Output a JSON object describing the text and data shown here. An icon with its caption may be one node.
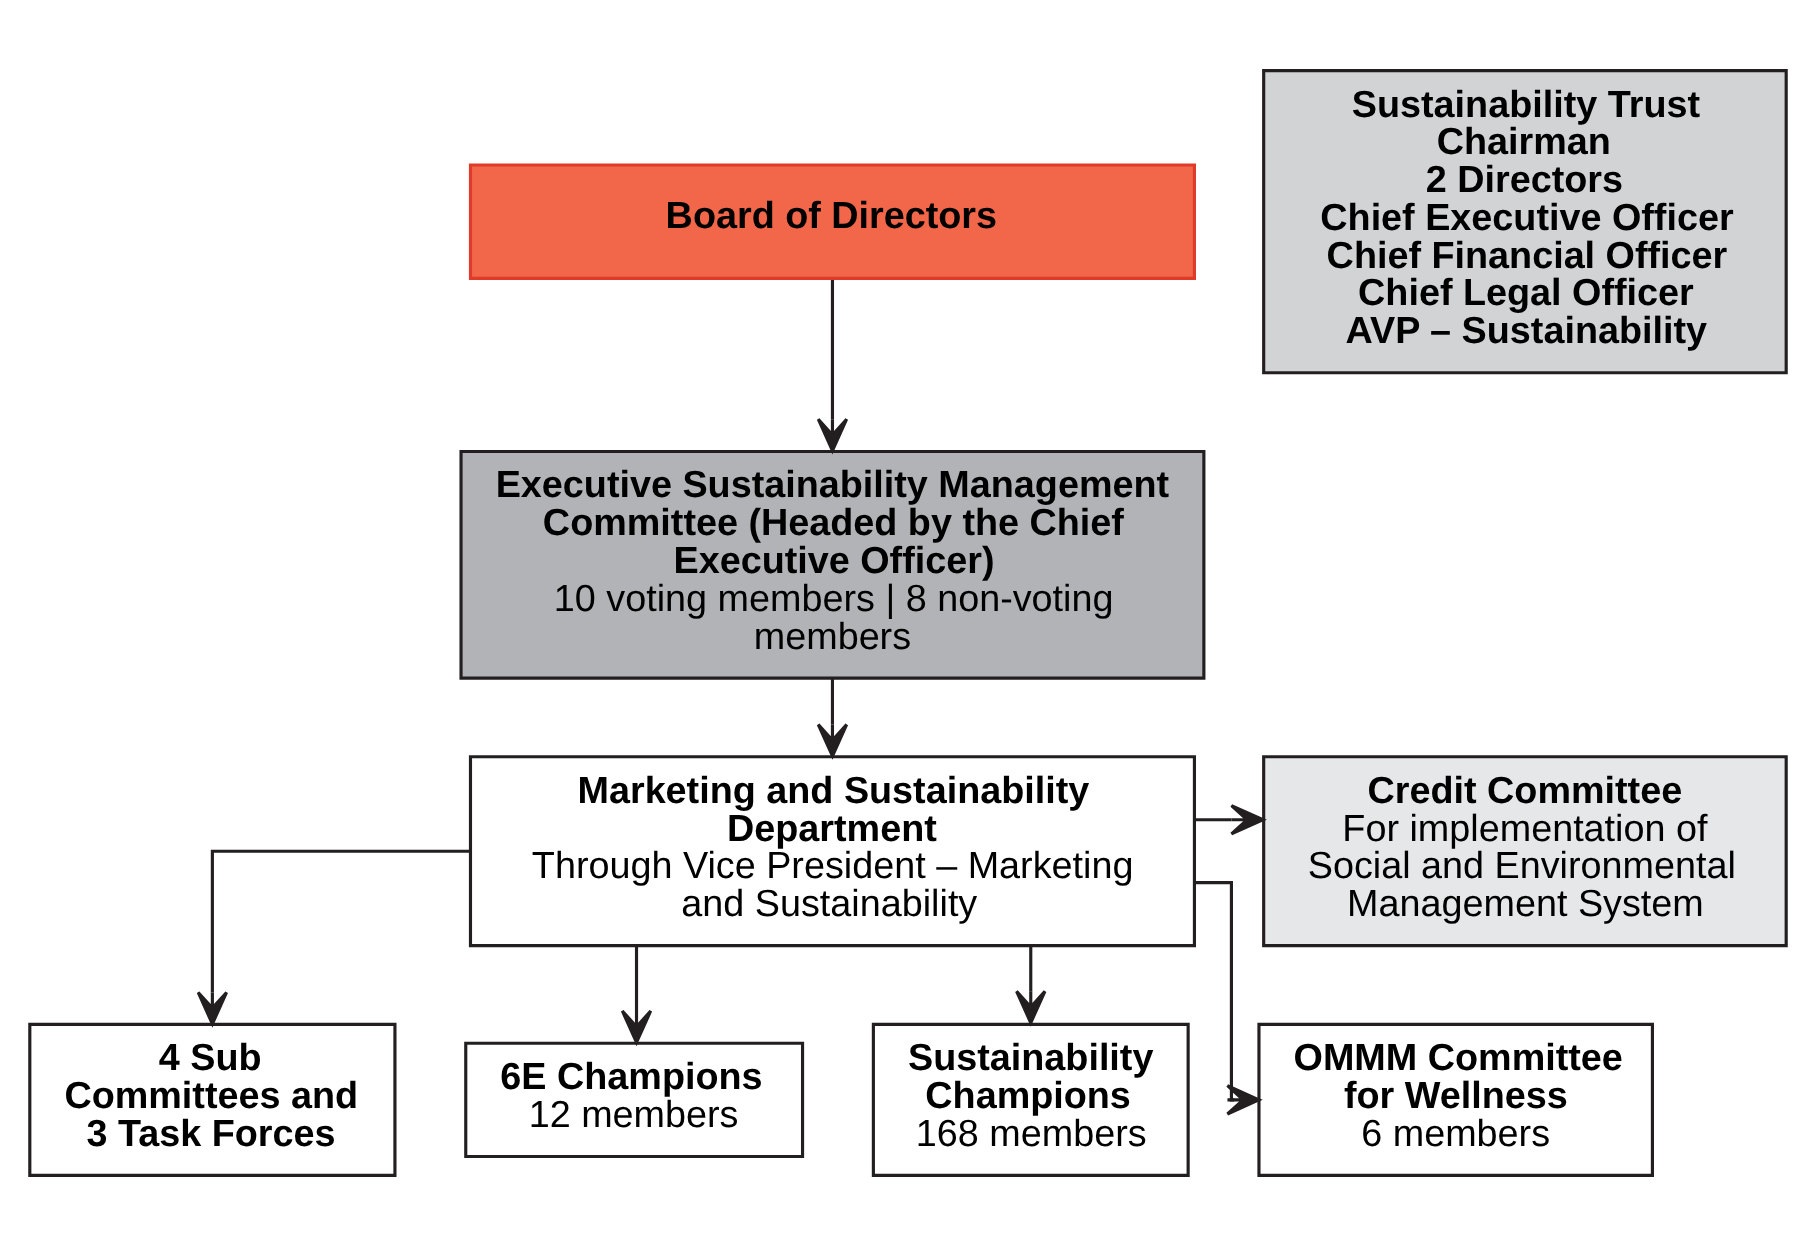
{
  "diagram": {
    "nodes": [
      {
        "text": [
          "Board of Directors"
        ]
      },
      {
        "text": [
          "Executive Sustainability Management Committee (Headed by the Chief Executive Officer)",
          "10 voting members | 8 non-voting members"
        ]
      },
      {
        "text": [
          "Sustainability Trust",
          "Chairman",
          "2 Directors",
          "Chief Executive Officer",
          "Chief Financial Officer",
          "Chief Legal Officer",
          "AVP – Sustainability"
        ]
      },
      {
        "text": [
          "Marketing and Sustainability Department",
          "Through Vice President – Marketing and Sustainability"
        ]
      },
      {
        "text": [
          "Credit Committee",
          "For implementation of Social and Environmental Management System"
        ]
      },
      {
        "text": [
          "4 Sub Committees and 3 Task Forces"
        ]
      },
      {
        "text": [
          "6E Champions",
          "12 members"
        ]
      },
      {
        "text": [
          "Sustainability Champions",
          "168 members"
        ]
      },
      {
        "text": [
          "OMMM Committee for Wellness",
          "6 members"
        ]
      }
    ],
    "edges": [
      {
        "from": 0,
        "to": 1,
        "arrow": "to"
      },
      {
        "from": 1,
        "to": 3,
        "arrow": "to"
      },
      {
        "from": 3,
        "to": 4,
        "arrow": "to"
      },
      {
        "from": 3,
        "to": 5,
        "arrow": "to"
      },
      {
        "from": 3,
        "to": 6,
        "arrow": "to"
      },
      {
        "from": 3,
        "to": 7,
        "arrow": "to"
      },
      {
        "from": 3,
        "to": 8,
        "arrow": "to"
      }
    ]
  }
}
